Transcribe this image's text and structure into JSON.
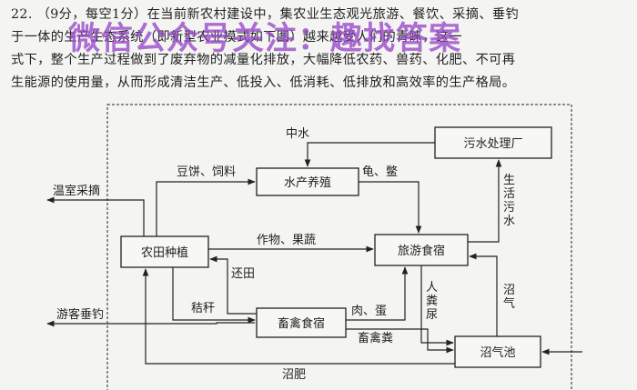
{
  "question": {
    "lines": [
      "22. （9分，每空1分）在当前新农村建设中，集农业生态观光旅游、餐饮、采摘、垂钓",
      "于一体的生产生态系统（即新型农业模式如下图）越来越受人们的青睐，这一",
      "式下，整个生产过程做到了废弃物的减量化排放，大幅降低农药、兽药、化肥、不可再",
      "生能源的使用量，从而形成清洁生产、低投入、低消耗、低排放和高效率的生产格局。"
    ]
  },
  "watermark": "微信公众号关注：趣找答案",
  "diagram": {
    "nodes": {
      "sewage": "污水处理厂",
      "aquaculture": "水产养殖",
      "farmland": "农田种植",
      "tourism": "旅游食宿",
      "livestock": "畜禽食宿",
      "biogas": "沼气池"
    },
    "edges": {
      "midwater": "中水",
      "beancake_feed": "豆饼、饲料",
      "turtle_fish": "龟、鳖",
      "greenhouse_picking": "温室采摘",
      "crops_veg": "作物、果蔬",
      "return_field": "还田",
      "straw": "秸秆",
      "meat_egg": "肉、蛋",
      "manure": "畜禽粪",
      "human_manure": "人粪尿",
      "domestic_sewage": "生活污水",
      "biogas_gas": "沼气",
      "tourist_fishing": "游客垂钓",
      "biogas_fertilizer": "沼肥"
    }
  }
}
